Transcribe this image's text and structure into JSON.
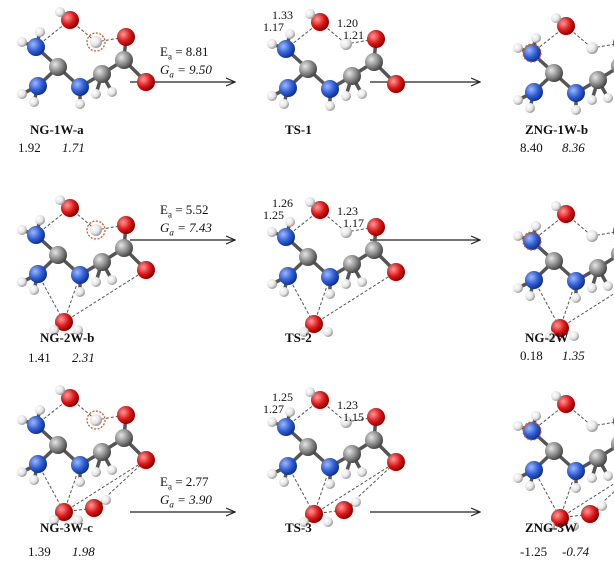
{
  "rows": [
    {
      "reactant": {
        "name": "NG-1W-a",
        "value1": "1.92",
        "value2": "1.71"
      },
      "ts": {
        "name": "TS-1",
        "bonds": [
          "1.33",
          "1.17",
          "1.20",
          "1.21"
        ]
      },
      "product": {
        "name": "ZNG-1W-b",
        "value1": "8.40",
        "value2": "8.36"
      },
      "Ea_label": "E",
      "Ea_sub": "a",
      "Ea_value": "= 8.81",
      "Ga_label": "G",
      "Ga_sub": "a",
      "Ga_value": "= 9.50"
    },
    {
      "reactant": {
        "name": "NG-2W-b",
        "value1": "1.41",
        "value2": "2.31"
      },
      "ts": {
        "name": "TS-2",
        "bonds": [
          "1.26",
          "1.25",
          "1.23",
          "1.17"
        ]
      },
      "product": {
        "name": "NG-2W",
        "value1": "0.18",
        "value2": "1.35"
      },
      "Ea_label": "E",
      "Ea_sub": "a",
      "Ea_value": "= 5.52",
      "Ga_label": "G",
      "Ga_sub": "a",
      "Ga_value": "= 7.43"
    },
    {
      "reactant": {
        "name": "NG-3W-c",
        "value1": "1.39",
        "value2": "1.98"
      },
      "ts": {
        "name": "TS-3",
        "bonds": [
          "1.25",
          "1.27",
          "1.23",
          "1.15"
        ]
      },
      "product": {
        "name": "ZNG-3W",
        "value1": "-1.25",
        "value2": "-0.74"
      },
      "Ea_label": "E",
      "Ea_sub": "a",
      "Ea_value": "= 2.77",
      "Ga_label": "G",
      "Ga_sub": "a",
      "Ga_value": "= 3.90"
    }
  ],
  "colors": {
    "nitrogen": "#2e5fd6",
    "carbon": "#8c8c8c",
    "oxygen": "#e01818",
    "hydrogen": "#e8e8e8",
    "highlight": "#e05a1a"
  }
}
